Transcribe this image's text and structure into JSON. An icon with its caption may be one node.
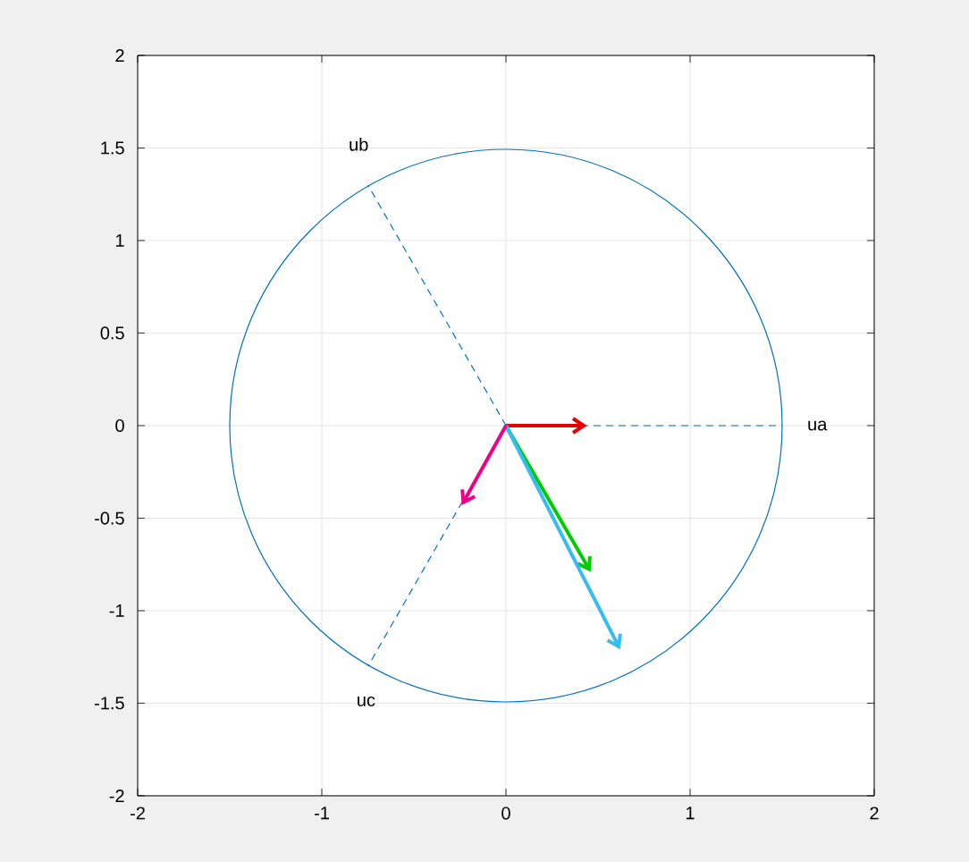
{
  "diagram": {
    "labels": [
      "ua",
      "ub",
      "uc"
    ],
    "chart_data": {
      "type": "line",
      "grid": true,
      "xlim": [
        -2,
        2
      ],
      "ylim": [
        -2,
        2
      ],
      "xticks": [
        -2,
        -1,
        0,
        1,
        2
      ],
      "yticks": [
        -2,
        -1.5,
        -1,
        -0.5,
        0,
        0.5,
        1,
        1.5,
        2
      ],
      "series": [
        {
          "color": "#0072bd",
          "line_style": "dashed",
          "x": [
            0,
            1.5
          ],
          "values": [
            0,
            0
          ]
        },
        {
          "color": "#0072bd",
          "line_style": "dashed",
          "x": [
            0,
            -0.75
          ],
          "values": [
            0,
            1.3
          ]
        },
        {
          "color": "#0072bd",
          "line_style": "dashed",
          "x": [
            0,
            -0.75
          ],
          "values": [
            0,
            -1.3
          ]
        }
      ]
    }
  }
}
